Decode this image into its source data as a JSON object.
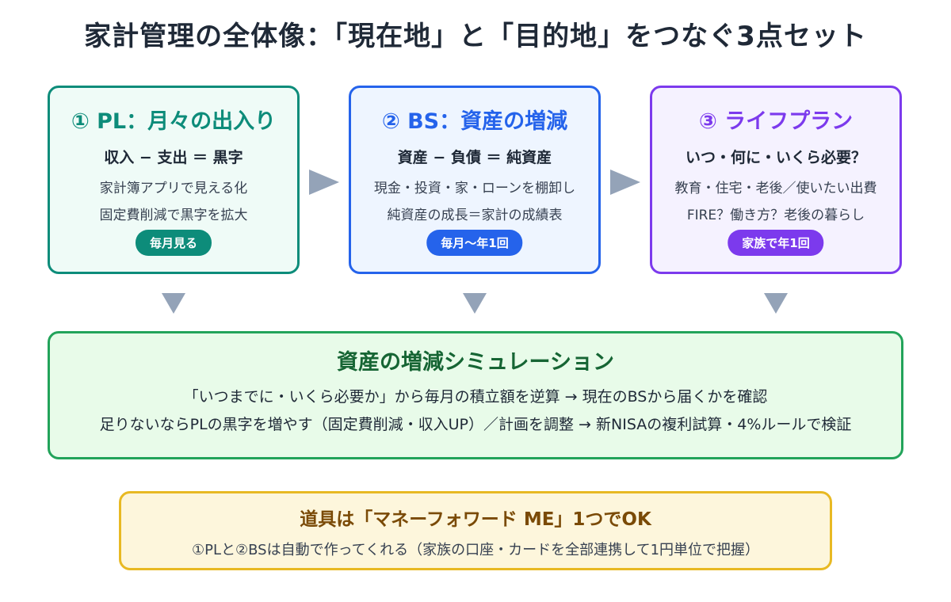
{
  "title": "家計管理の全体像：「現在地」と「目的地」をつなぐ3点セット",
  "cards": [
    {
      "heading": "① PL：月々の出入り",
      "formula": "収入 − 支出 ＝ 黒字",
      "lines": [
        "家計簿アプリで見える化",
        "固定費削減で黒字を拡大"
      ],
      "badge": "毎月見る",
      "color": "#0d8c7a",
      "bg": "#effbf7"
    },
    {
      "heading": "② BS：資産の増減",
      "formula": "資産 − 負債 ＝ 純資産",
      "lines": [
        "現金・投資・家・ローンを棚卸し",
        "純資産の成長＝家計の成績表"
      ],
      "badge": "毎月〜年1回",
      "color": "#2563eb",
      "bg": "#eef5ff"
    },
    {
      "heading": "③ ライフプラン",
      "formula": "いつ・何に・いくら必要？",
      "lines": [
        "教育・住宅・老後／使いたい出費",
        "FIRE？働き方？老後の暮らし"
      ],
      "badge": "家族で年1回",
      "color": "#7c3aed",
      "bg": "#f5f2ff"
    }
  ],
  "simulation": {
    "heading": "資産の増減シミュレーション",
    "line1": "「いつまでに・いくら必要か」から毎月の積立額を逆算 → 現在のBSから届くかを確認",
    "line2": "足りないならPLの黒字を増やす（固定費削減・収入UP）／計画を調整 → 新NISAの複利試算・4%ルールで検証"
  },
  "tool": {
    "heading": "道具は「マネーフォワード ME」1つでOK",
    "desc": "①PLと②BSは自動で作ってくれる（家族の口座・カードを全部連携して1円単位で把握）"
  }
}
